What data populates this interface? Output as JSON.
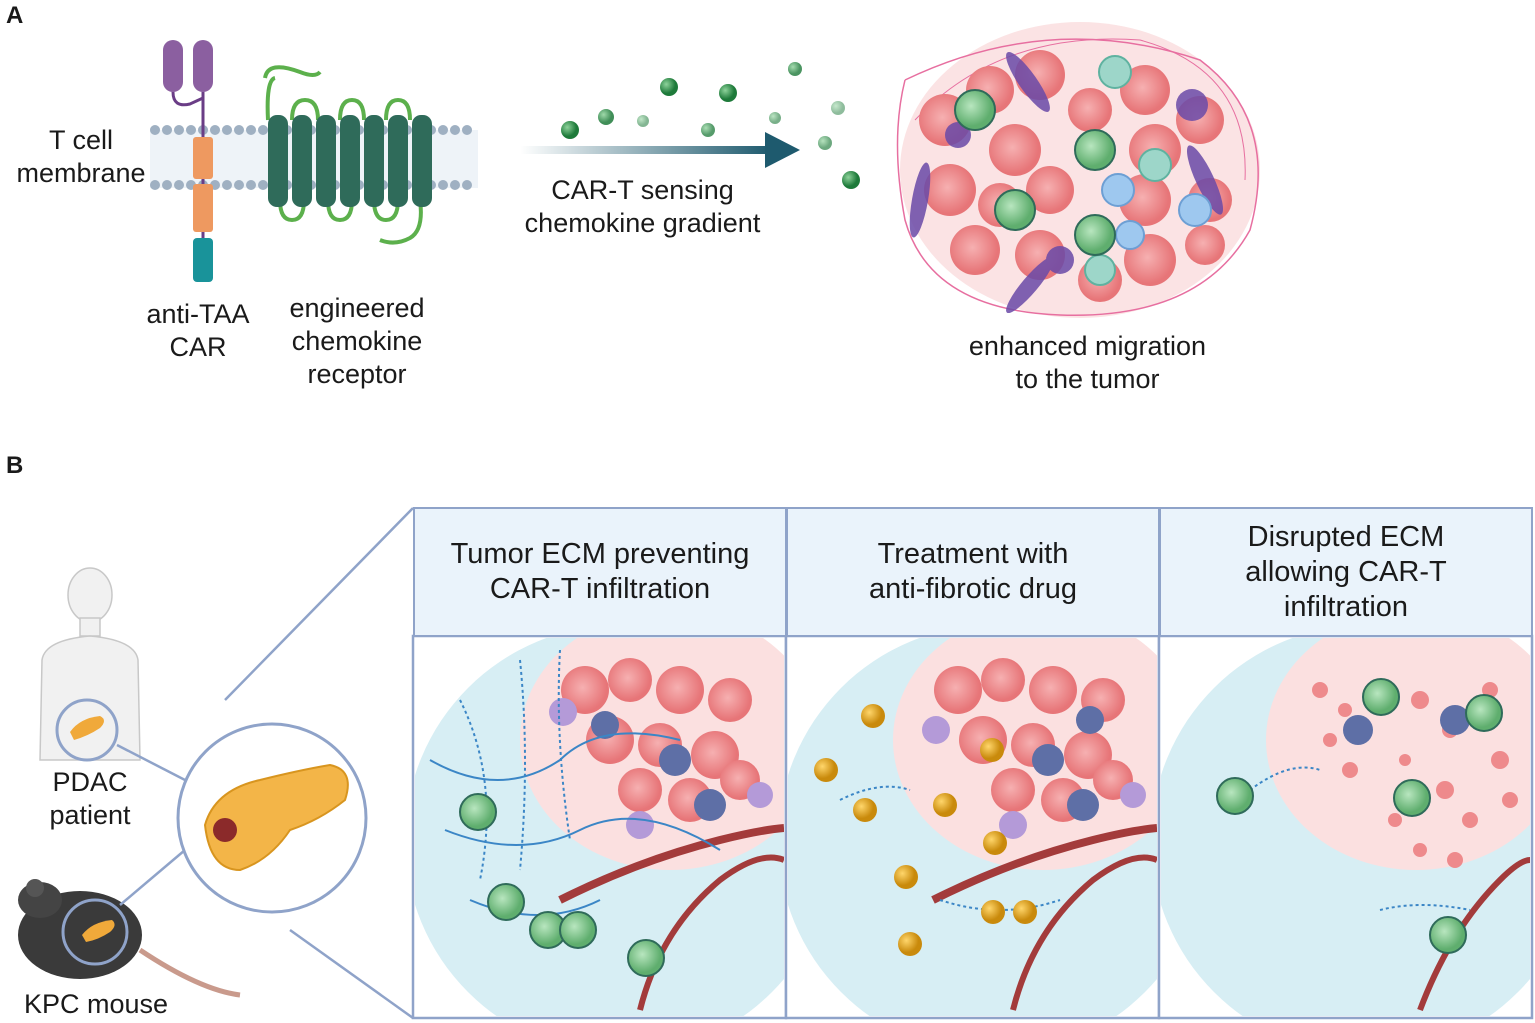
{
  "panelA": {
    "letter": "A",
    "membrane_label": [
      "T cell",
      "membrane"
    ],
    "car_label": [
      "anti-TAA",
      "CAR"
    ],
    "receptor_label": [
      "engineered",
      "chemokine",
      "receptor"
    ],
    "gradient_label": [
      "CAR-T sensing",
      "chemokine gradient"
    ],
    "tumor_label": [
      "enhanced migration",
      "to the tumor"
    ]
  },
  "panelB": {
    "letter": "B",
    "patient_label": [
      "PDAC",
      "patient"
    ],
    "mouse_label": "KPC mouse",
    "boxes": [
      {
        "title": [
          "Tumor ECM preventing",
          "CAR-T infiltration"
        ]
      },
      {
        "title": [
          "Treatment with",
          "anti-fibrotic drug"
        ]
      },
      {
        "title": [
          "Disrupted ECM",
          "allowing CAR-T",
          "infiltration"
        ]
      }
    ]
  },
  "colors": {
    "tumor_cell": "#f08a8c",
    "car_t_cell": "#8fcf9a",
    "ecm_fiber": "#3b86c6",
    "drug_particle": "#e0a21a",
    "panel_border": "#8fa3c9",
    "arrow": "#1e5a6e"
  }
}
